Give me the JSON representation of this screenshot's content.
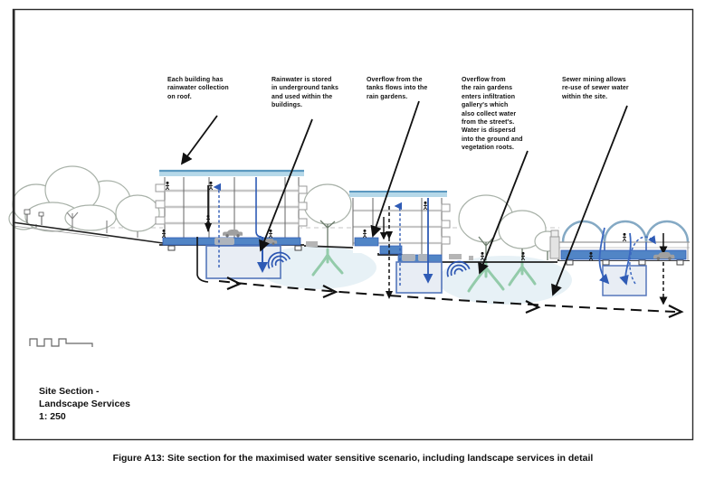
{
  "figure": {
    "caption": "Figure A13: Site section for the maximised water sensitive scenario, including landscape services in detail"
  },
  "title_block": {
    "line1": "Site Section -",
    "line2": "Landscape Services",
    "scale": "1: 250"
  },
  "annotations": [
    {
      "text": "Each building has\nrainwater collection\non roof."
    },
    {
      "text": "Rainwater is stored\nin underground tanks\nand used within the\nbuildings."
    },
    {
      "text": "Overflow from the\ntanks flows into the\nrain gardens."
    },
    {
      "text": "Overflow from\nthe rain gardens\nenters infiltration\ngallery's which\nalso collect water\nfrom the street's.\nWater is dispersd\ninto the ground and\nvegetation roots."
    },
    {
      "text": "Sewer mining allows\nre-use of sewer water\nwithin the site."
    }
  ],
  "colors": {
    "roof_blue": "#b5d8e9",
    "water_blue": "#5185c6",
    "pipe_blue": "#2f5bb5",
    "tank_fill": "#e8edf4",
    "tank_border": "#5577bb",
    "root_green": "#8bc7a2",
    "infiltration_blue": "#e7f1f6",
    "tree_outline": "#a9b2a9",
    "ink": "#1a1a1a"
  }
}
